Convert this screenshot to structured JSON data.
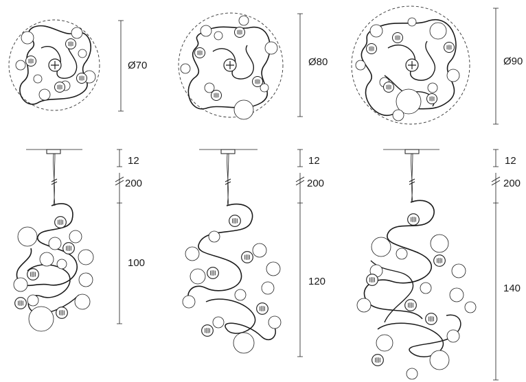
{
  "drawing_type": "technical dimension drawing of pendant chandeliers",
  "line_color": "#1a1a1a",
  "background_color": "#ffffff",
  "icons": [
    "canopy-icon",
    "bulb-icon",
    "center-cross-icon",
    "break-mark-icon"
  ],
  "models": [
    {
      "diameter_label": "Ø70",
      "canopy_height_label": "12",
      "cable_length_label": "200",
      "body_height_label": "100"
    },
    {
      "diameter_label": "Ø80",
      "canopy_height_label": "12",
      "cable_length_label": "200",
      "body_height_label": "120"
    },
    {
      "diameter_label": "Ø90",
      "canopy_height_label": "12",
      "cable_length_label": "200",
      "body_height_label": "140"
    }
  ]
}
